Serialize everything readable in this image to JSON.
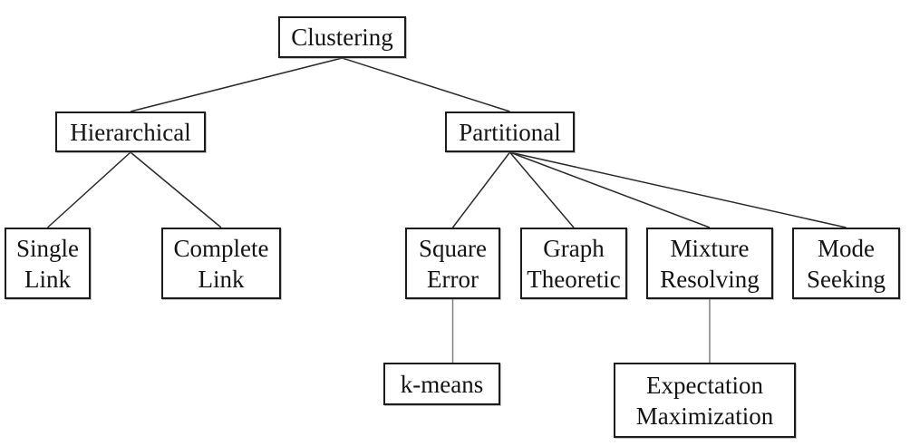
{
  "diagram": {
    "background_color": "#ffffff",
    "box_border_color": "#1c1c1c",
    "text_color": "#141414",
    "diagonal_line_color": "#2a2a2a",
    "vertical_line_color": "#808080",
    "nodes": {
      "clustering": {
        "line1": "Clustering"
      },
      "hierarchical": {
        "line1": "Hierarchical"
      },
      "partitional": {
        "line1": "Partitional"
      },
      "single_link": {
        "line1": "Single",
        "line2": "Link"
      },
      "complete_link": {
        "line1": "Complete",
        "line2": "Link"
      },
      "square_error": {
        "line1": "Square",
        "line2": "Error"
      },
      "graph_theoretic": {
        "line1": "Graph",
        "line2": "Theoretic"
      },
      "mixture_resolving": {
        "line1": "Mixture",
        "line2": "Resolving"
      },
      "mode_seeking": {
        "line1": "Mode",
        "line2": "Seeking"
      },
      "k_means": {
        "line1": "k-means"
      },
      "expectation_maximization": {
        "line1": "Expectation",
        "line2": "Maximization"
      }
    },
    "edges": [
      {
        "from": "clustering",
        "to": "hierarchical",
        "style": "diagonal"
      },
      {
        "from": "clustering",
        "to": "partitional",
        "style": "diagonal"
      },
      {
        "from": "hierarchical",
        "to": "single_link",
        "style": "diagonal"
      },
      {
        "from": "hierarchical",
        "to": "complete_link",
        "style": "diagonal"
      },
      {
        "from": "partitional",
        "to": "square_error",
        "style": "diagonal"
      },
      {
        "from": "partitional",
        "to": "graph_theoretic",
        "style": "diagonal"
      },
      {
        "from": "partitional",
        "to": "mixture_resolving",
        "style": "diagonal"
      },
      {
        "from": "partitional",
        "to": "mode_seeking",
        "style": "diagonal"
      },
      {
        "from": "square_error",
        "to": "k_means",
        "style": "vertical"
      },
      {
        "from": "mixture_resolving",
        "to": "expectation_maximization",
        "style": "vertical"
      }
    ]
  }
}
